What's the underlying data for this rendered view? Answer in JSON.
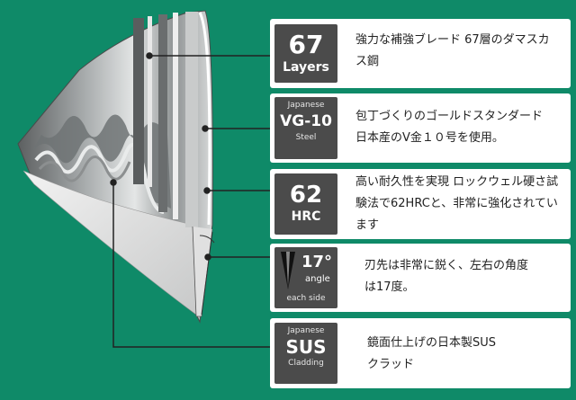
{
  "callouts": [
    {
      "badge_big": "67",
      "badge_sub": "Layers",
      "desc_line1": "強力な補強ブレード 67層のダマスカ",
      "desc_line2": "ス鋼"
    },
    {
      "badge_top": "Japanese",
      "badge_big": "VG-10",
      "badge_bottom": "Steel",
      "desc_line1": "包丁づくりのゴールドスタンダード",
      "desc_line2": "日本産のV金１０号を使用。"
    },
    {
      "badge_big": "62",
      "badge_sub": "HRC",
      "desc_line1": "高い耐久性を実現 ロックウェル硬さ試",
      "desc_line2": "験法で62HRCと、非常に強化されてい",
      "desc_line3": "ます"
    },
    {
      "badge_big": "17°",
      "badge_sub": "angle",
      "badge_bottom": "each side",
      "desc_line1": "刃先は非常に鋭く、左右の角度",
      "desc_line2": "は17度。"
    },
    {
      "badge_top": "Japanese",
      "badge_big": "SUS",
      "badge_bottom": "Cladding",
      "desc_line1": "鏡面仕上げの日本製SUS",
      "desc_line2": "クラッド"
    }
  ],
  "colors": {
    "background": "#0f8a68",
    "badge": "#4b4b4b",
    "panel": "#ffffff"
  }
}
